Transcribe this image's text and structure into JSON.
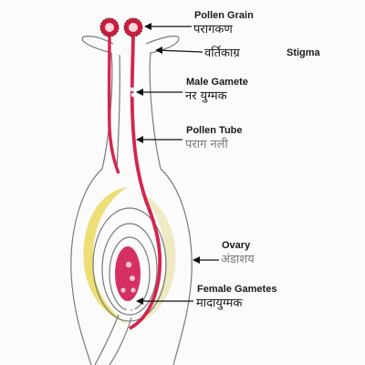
{
  "labels": {
    "pollen_grain_en": "Pollen Grain",
    "pollen_grain_hi": "परागकण",
    "stigma_hi": "वर्तिकाग्र",
    "stigma_en": "Stigma",
    "male_gamete_en": "Male Gamete",
    "male_gamete_hi": "नर युग्मक",
    "pollen_tube_en": "Pollen Tube",
    "pollen_tube_hi": "पराग नली",
    "ovary_en": "Ovary",
    "ovary_hi": "अंडाशय",
    "female_gametes_en": "Female Gametes",
    "female_gametes_hi": "मादायुग्मक"
  },
  "colors": {
    "pollen_tube": "#d4244e",
    "pollen_grain": "#c41f3d",
    "integument_yellow": "#d9c21a",
    "embryo_sac": "#d63063",
    "outline": "#7a7a7a"
  }
}
